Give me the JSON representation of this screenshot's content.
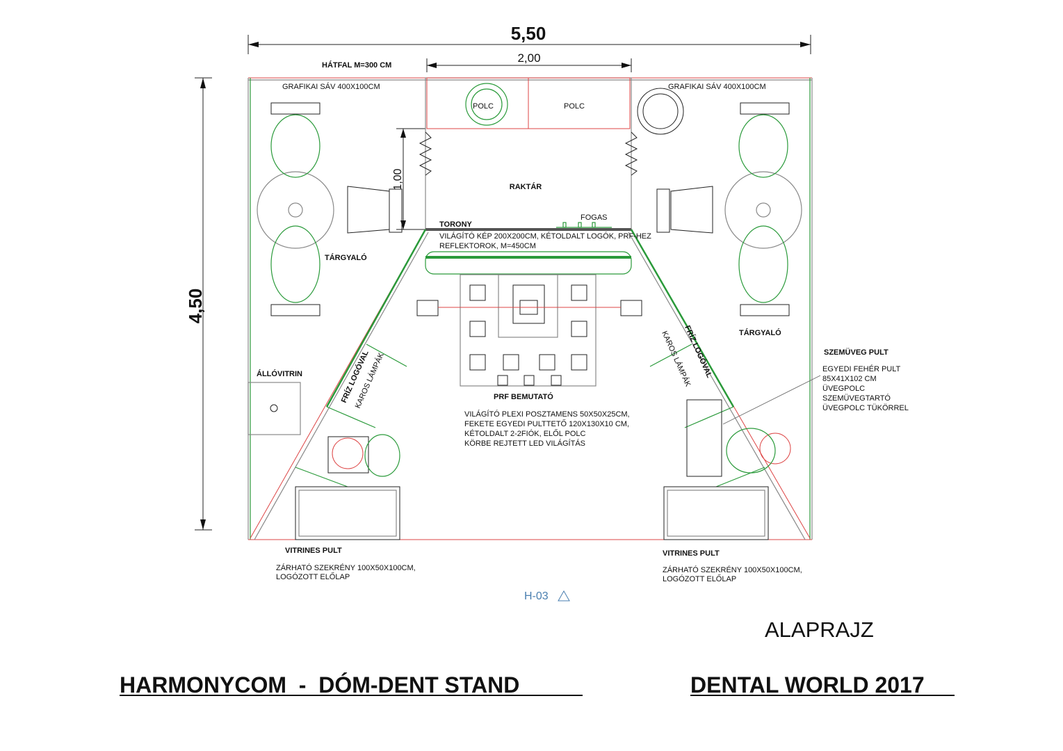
{
  "dimensions": {
    "width_total": "5,50",
    "width_storage": "2,00",
    "depth_total": "4,50",
    "depth_storage": "1,00"
  },
  "labels": {
    "back_wall": "HÁTFAL M=300 CM",
    "graphic_left": "GRAFIKAI SÁV 400X100CM",
    "graphic_right": "GRAFIKAI SÁV 400X100CM",
    "shelf_1": "POLC",
    "shelf_2": "POLC",
    "storage": "RAKTÁR",
    "coat_rack": "FOGAS",
    "tower": "TORONY",
    "tower_desc": [
      "VILÁGÍTÓ KÉP 200X200CM, KÉTOLDALT LOGÓK, PRF-HEZ",
      "REFLEKTOROK, M=450CM"
    ],
    "meeting_left": "TÁRGYALÓ",
    "meeting_right": "TÁRGYALÓ",
    "standing_vitrine": "ÁLLÓVITRIN",
    "frieze_left": "FRÍZ LOGÓVAL",
    "lamps_left": "KAROS LÁMPÁK",
    "frieze_right": "FRÍZ LOGÓVAL",
    "lamps_right": "KAROS LÁMPÁK",
    "prf_demo": "PRF BEMUTATÓ",
    "prf_desc": [
      "VILÁGÍTÓ PLEXI POSZTAMENS 50X50X25CM,",
      "FEKETE EGYEDI PULTTETŐ 120X130X10 CM,",
      "KÉTOLDALT 2-2FIÓK, ELŐL POLC",
      "KÖRBE REJTETT LED VILÁGÍTÁS"
    ],
    "glasses_counter": "SZEMÜVEG PULT",
    "glasses_desc": [
      "EGYEDI FEHÉR PULT",
      "85X41X102 CM",
      "ÜVEGPOLC",
      "SZEMÜVEGTARTÓ",
      "ÜVEGPOLC TÜKÖRREL"
    ],
    "vitrine_left": "VITRINES PULT",
    "vitrine_left_desc": [
      "ZÁRHATÓ SZEKRÉNY 100X50X100CM,",
      "LOGÓZOTT ELŐLAP"
    ],
    "vitrine_right": "VITRINES PULT",
    "vitrine_right_desc": [
      "ZÁRHATÓ SZEKRÉNY 100X50X100CM,",
      "LOGÓZOTT ELŐLAP"
    ],
    "stand_code": "H-03"
  },
  "title_block": {
    "plan_type": "ALAPRAJZ",
    "project": "HARMONYCOM  -  DÓM-DENT STAND",
    "event": "DENTAL WORLD 2017"
  },
  "colors": {
    "furniture": "#2a9a3a",
    "walls": "#888888",
    "accent_red": "#d44444",
    "code_blue": "#4a7fb0"
  }
}
